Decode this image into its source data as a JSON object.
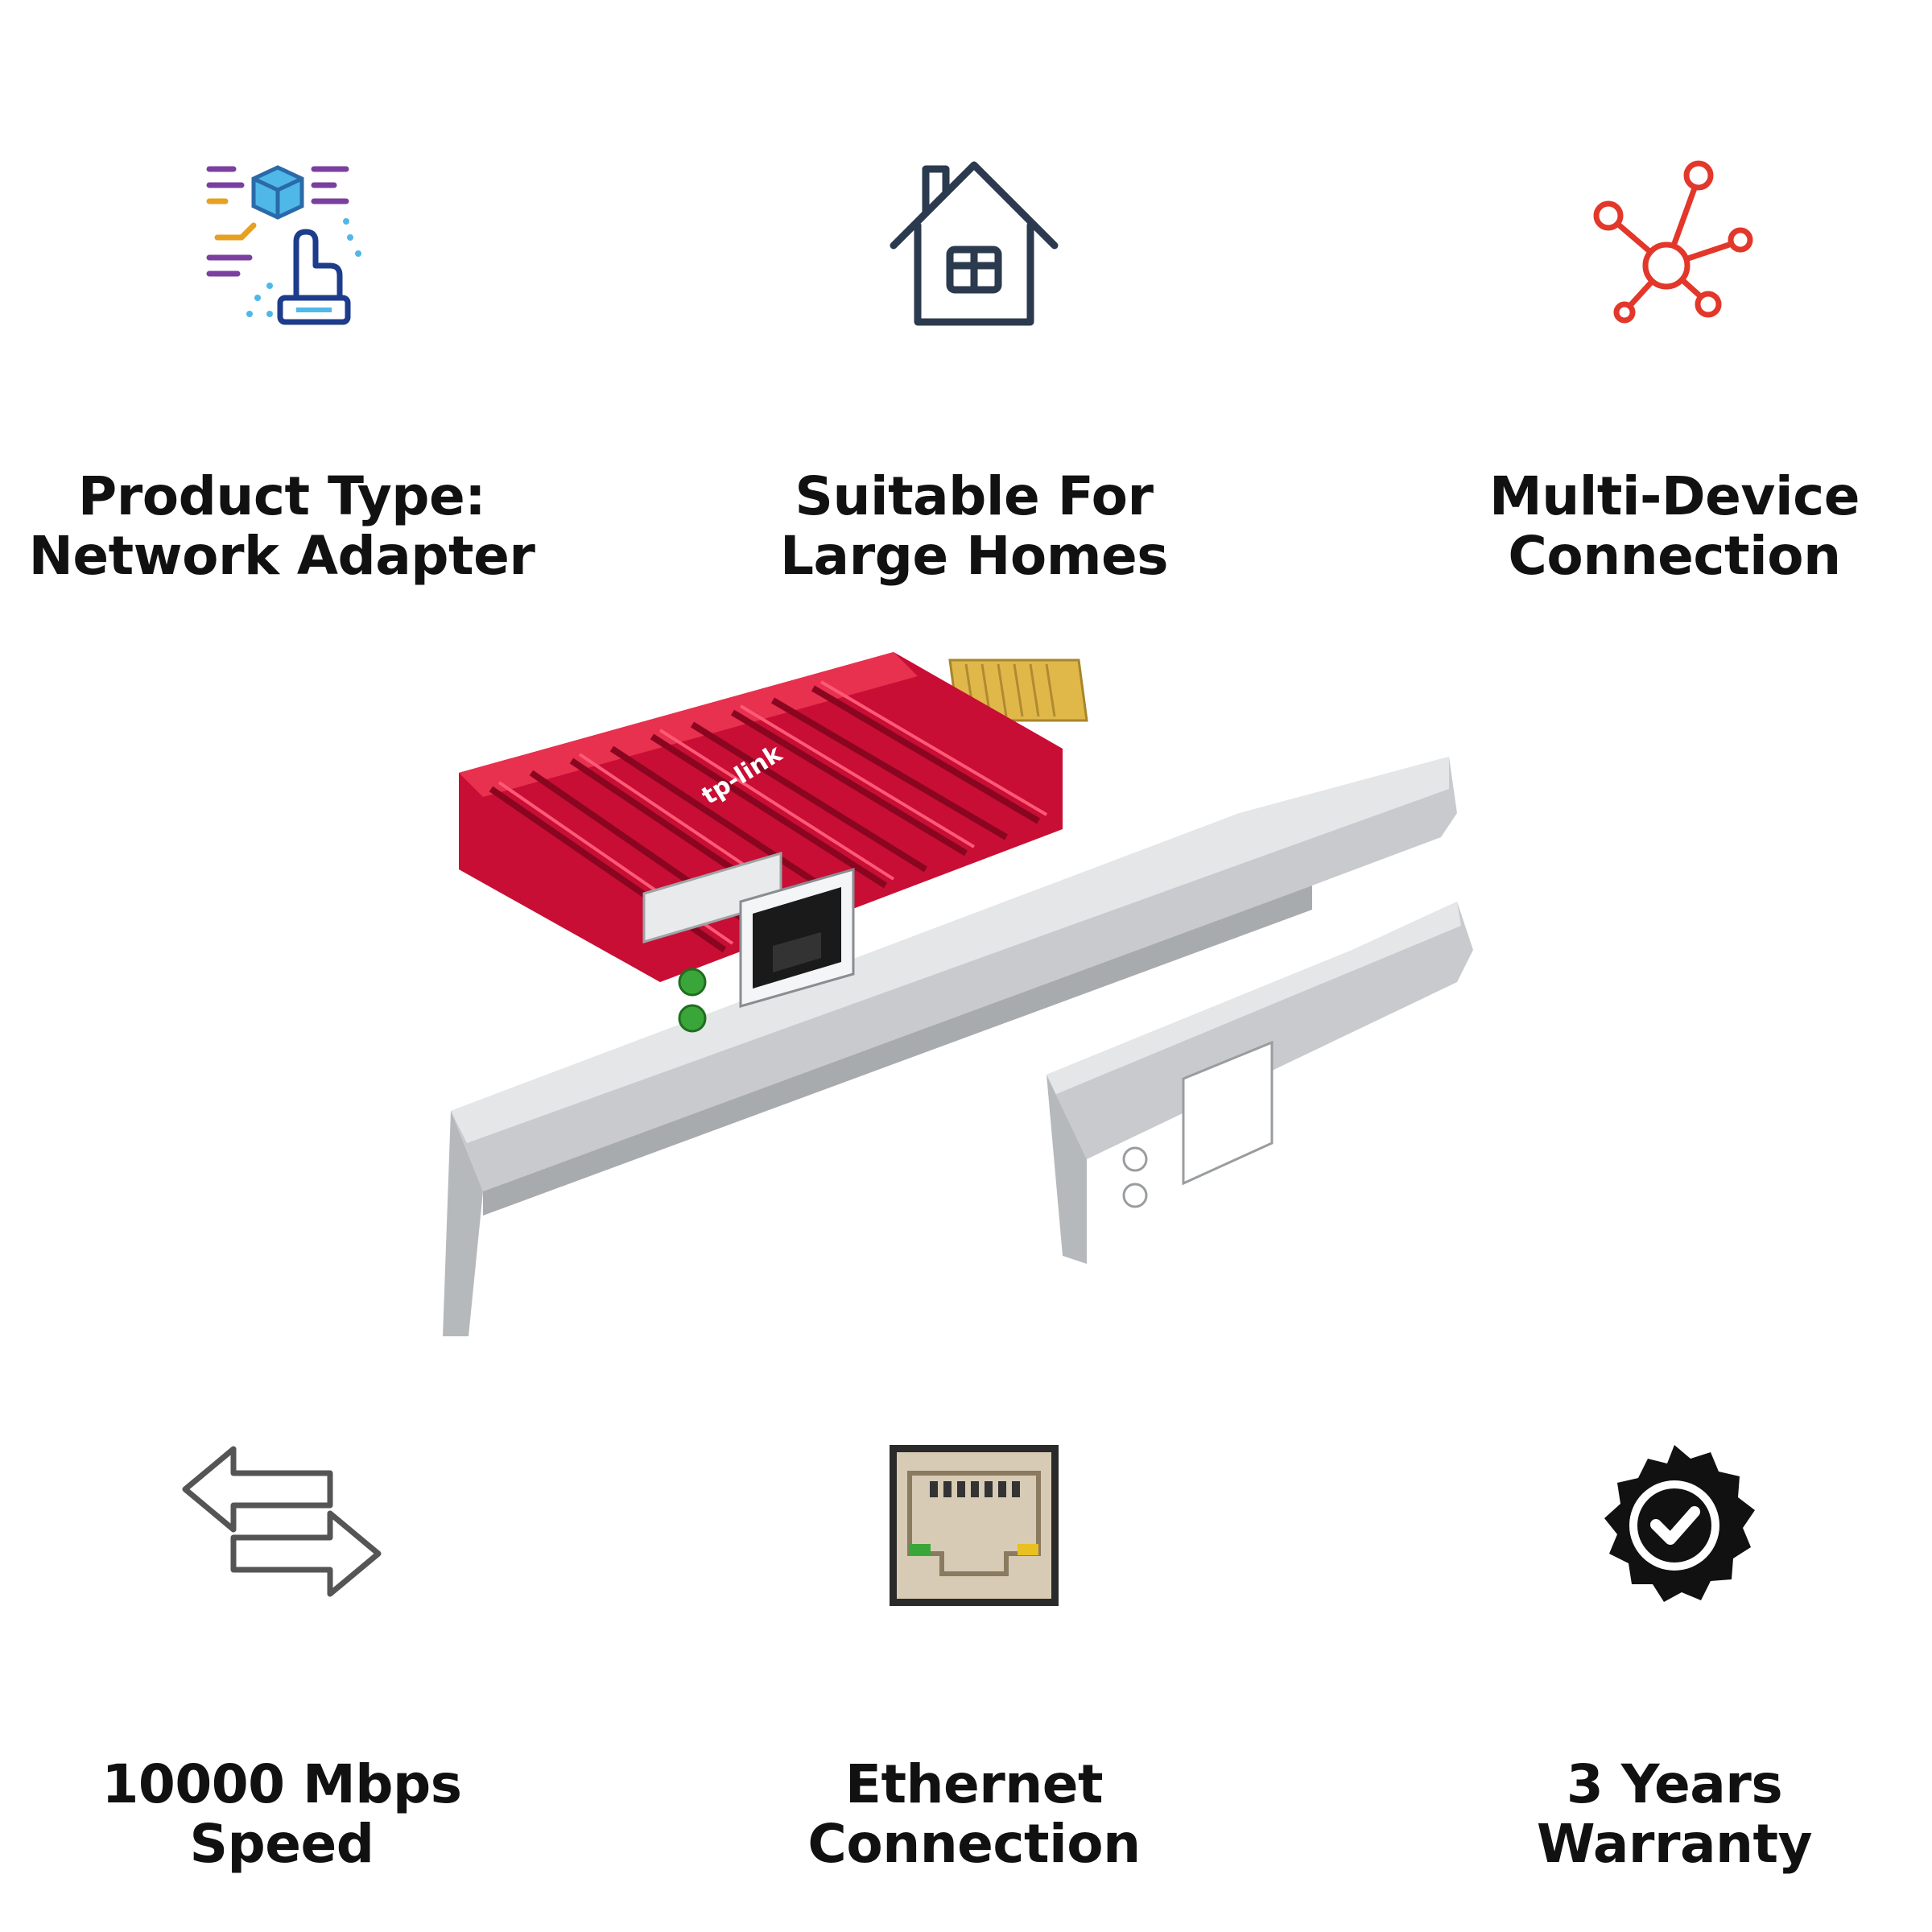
{
  "features": [
    {
      "id": "product-type",
      "line1": "Product Type:",
      "line2": "Network Adapter",
      "icon": "network-adapter-icon"
    },
    {
      "id": "suitable-for",
      "line1": "Suitable For",
      "line2": "Large Homes",
      "icon": "house-icon"
    },
    {
      "id": "multi-device",
      "line1": "Multi-Device",
      "line2": "Connection",
      "icon": "network-hub-icon"
    },
    {
      "id": "speed",
      "line1": "10000 Mbps",
      "line2": "Speed",
      "icon": "transfer-arrows-icon"
    },
    {
      "id": "ethernet",
      "line1": "Ethernet",
      "line2": "Connection",
      "icon": "ethernet-port-icon"
    },
    {
      "id": "warranty",
      "line1": "3 Years",
      "line2": "Warranty",
      "icon": "warranty-badge-icon"
    }
  ],
  "product": {
    "brand": "tp-link",
    "colors": {
      "heatsink": "#d4103a",
      "bracket": "#d8dadc",
      "led": "#3aa63a"
    }
  },
  "colors": {
    "text": "#111111",
    "house": "#2b3a4e",
    "hub": "#e2372a",
    "arrows": "#555555",
    "badge": "#111111"
  }
}
